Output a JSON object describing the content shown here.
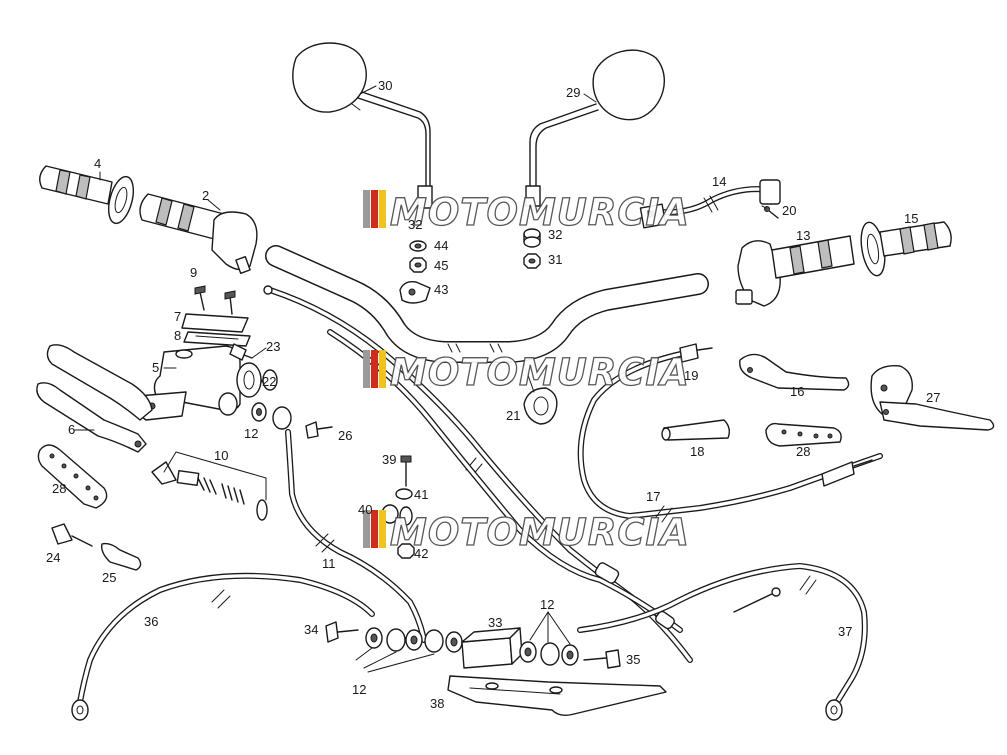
{
  "watermark": "MOTOMURCIA",
  "brand_colors": {
    "stripe_red": "#d42a1e",
    "stripe_yellow": "#f3c317",
    "stripe_grey": "#9a9a9a"
  },
  "labels": {
    "l2": "2",
    "l4": "4",
    "l5": "5",
    "l6": "6",
    "l7": "7",
    "l8": "8",
    "l9": "9",
    "l10": "10",
    "l11": "11",
    "l12a": "12",
    "l12b": "12",
    "l12c": "12",
    "l13": "13",
    "l14": "14",
    "l15": "15",
    "l16": "16",
    "l17": "17",
    "l18": "18",
    "l19": "19",
    "l20": "20",
    "l21": "21",
    "l22": "22",
    "l23": "23",
    "l24": "24",
    "l25": "25",
    "l26": "26",
    "l27": "27",
    "l28a": "28",
    "l28b": "28",
    "l29": "29",
    "l30": "30",
    "l31": "31",
    "l32a": "32",
    "l32b": "32",
    "l33": "33",
    "l34": "34",
    "l35": "35",
    "l36": "36",
    "l37": "37",
    "l38": "38",
    "l39": "39",
    "l40": "40",
    "l41": "41",
    "l42": "42",
    "l43": "43",
    "l44": "44",
    "l45": "45"
  }
}
